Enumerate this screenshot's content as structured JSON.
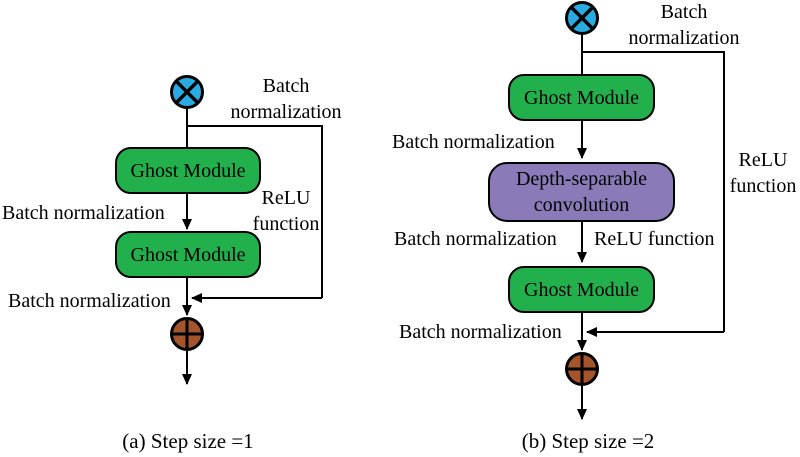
{
  "figure": {
    "description_left_caption": "(a) Step size =1",
    "description_right_caption": "(b) Step size =2"
  },
  "colors": {
    "blue": "#29ABE2",
    "green": "#22B04C",
    "purple": "#8A7AB8",
    "brown": "#A5552B",
    "line": "#000000"
  },
  "icons": {
    "multiply": "multiply-icon",
    "add": "add-icon"
  },
  "panel_a": {
    "caption": "(a) Step size =1",
    "top_right_label": "Batch\nnormalization",
    "bn_mid": "Batch normalization",
    "bn_bottom": "Batch normalization",
    "relu_side": "ReLU\nfunction",
    "box1": "Ghost Module",
    "box2": "Ghost Module"
  },
  "panel_b": {
    "caption": "(b) Step size =2",
    "top_right_label": "Batch\nnormalization",
    "bn1": "Batch normalization",
    "bn2": "Batch normalization",
    "relu_mid": "ReLU function",
    "relu_side": "ReLU\nfunction",
    "bn_bottom": "Batch normalization",
    "box1": "Ghost Module",
    "box2": "Depth-separable\nconvolution",
    "box3": "Ghost Module"
  }
}
